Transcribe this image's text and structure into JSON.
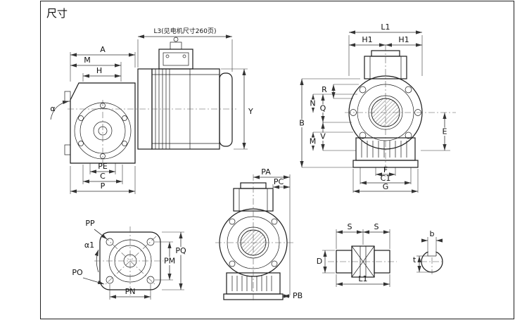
{
  "frame": {
    "title": "尺寸"
  },
  "side_view": {
    "l3": "L3(见电机尺寸260页)",
    "a": "A",
    "m": "M",
    "h": "H",
    "alpha": "α",
    "pe": "PE",
    "c": "C",
    "p": "P",
    "y": "Y"
  },
  "front_view": {
    "l1": "L1",
    "h1_left": "H1",
    "h1_right": "H1",
    "r": "R",
    "n": "N",
    "q": "Q",
    "b": "B",
    "m": "M",
    "v": "V",
    "e": "E",
    "f": "F",
    "c1": "C1",
    "g": "G"
  },
  "bottom_view": {
    "pa": "PA",
    "pc": "PC",
    "pb": "PB"
  },
  "flange_view": {
    "pp": "PP",
    "alpha1": "α1",
    "po": "PO",
    "pn": "PN",
    "pm": "PM",
    "pq": "PQ"
  },
  "bushing_view": {
    "s_left": "S",
    "s_right": "S",
    "d": "D",
    "l1": "L1"
  },
  "key_view": {
    "b": "b",
    "t": "t"
  }
}
